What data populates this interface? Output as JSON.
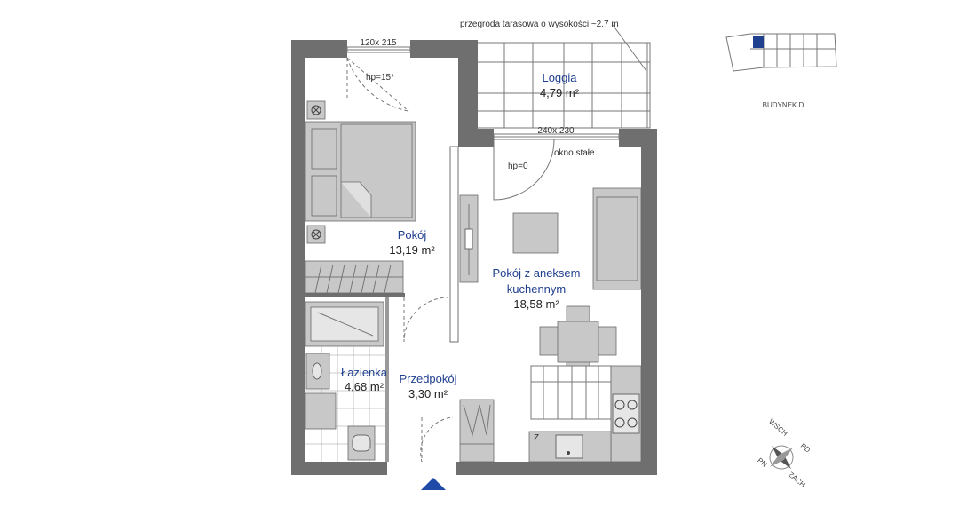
{
  "rooms": {
    "pokoj": {
      "name": "Pokój",
      "area": "13,19 m²"
    },
    "loggia": {
      "name": "Loggia",
      "area": "4,79 m²"
    },
    "aneks_l1": "Pokój z aneksem",
    "aneks_l2": "kuchennym",
    "aneks_area": "18,58 m²",
    "lazienka": {
      "name": "Łazienka",
      "area": "4,68 m²"
    },
    "przedpokoj": {
      "name": "Przedpokój",
      "area": "3,30 m²"
    }
  },
  "labels": {
    "terrace_note": "przegroda tarasowa o wysokości ~2.7 m",
    "window1": "120x 215",
    "window2": "240x 230",
    "hp1": "hp=15*",
    "hp2": "hp=0",
    "fixed_window": "okno stałe",
    "fridge_mark": "Z",
    "building": "BUDYNEK D"
  },
  "compass": {
    "n": "WSCH",
    "e": "PD",
    "s": "ZACH",
    "w": "PN"
  },
  "colors": {
    "wall": "#6f6f6f",
    "furniture": "#c8c8c8",
    "text_blue": "#1f3f8f",
    "entrance": "#1f4aa8"
  }
}
